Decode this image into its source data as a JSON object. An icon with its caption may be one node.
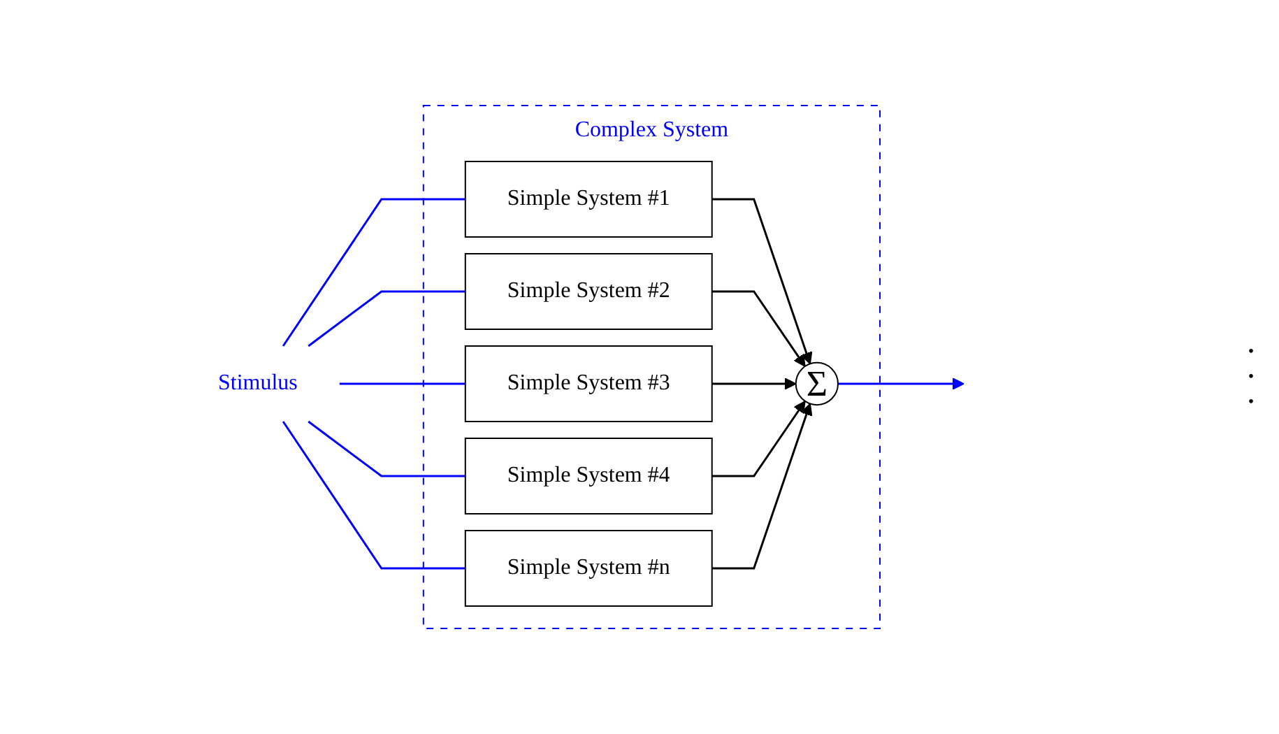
{
  "diagram": {
    "nodes": [
      {
        "text": [
          "Complex System"
        ]
      },
      {
        "text": [
          "Stimulus"
        ]
      },
      {
        "text": [
          "Simple System #1"
        ],
        "in": 0
      },
      {
        "text": [
          "Simple System #2"
        ],
        "in": 0
      },
      {
        "text": [
          "Simple System #3"
        ],
        "in": 0
      },
      {
        "text": [
          "Simple System #4"
        ],
        "in": 0
      },
      {
        "text": [
          "Simple System #n"
        ],
        "in": 0
      },
      {
        "text": [
          "Σ"
        ],
        "in": 0
      }
    ],
    "edges": [
      {
        "from": 1,
        "to": 2,
        "arrow": "none",
        "color": "#0000ff"
      },
      {
        "from": 1,
        "to": 3,
        "arrow": "none",
        "color": "#0000ff"
      },
      {
        "from": 1,
        "to": 4,
        "arrow": "none",
        "color": "#0000ff"
      },
      {
        "from": 1,
        "to": 5,
        "arrow": "none",
        "color": "#0000ff"
      },
      {
        "from": 1,
        "to": 6,
        "arrow": "none",
        "color": "#0000ff"
      },
      {
        "from": 2,
        "to": 7,
        "arrow": "to",
        "color": "#000000"
      },
      {
        "from": 3,
        "to": 7,
        "arrow": "to",
        "color": "#000000"
      },
      {
        "from": 4,
        "to": 7,
        "arrow": "to",
        "color": "#000000"
      },
      {
        "from": 5,
        "to": 7,
        "arrow": "to",
        "color": "#000000"
      },
      {
        "from": 6,
        "to": 7,
        "arrow": "to",
        "color": "#000000"
      },
      {
        "from": 7,
        "to": null,
        "arrow": "to",
        "color": "#0000ff"
      }
    ],
    "labels": [
      ".",
      ".",
      "."
    ]
  }
}
